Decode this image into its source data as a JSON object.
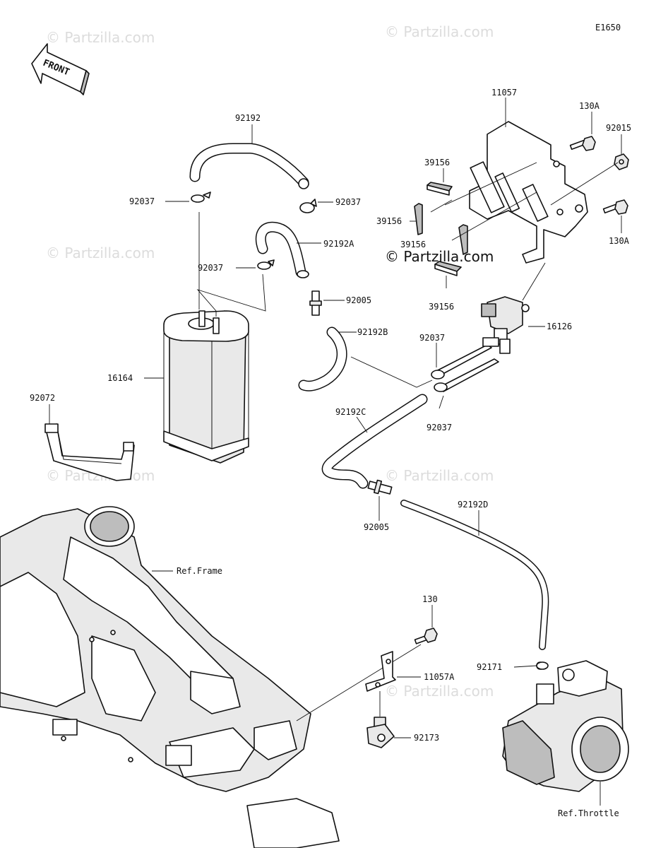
{
  "diagram": {
    "code": "E1650",
    "front_label": "FRONT",
    "watermark": "© Partzilla.com",
    "labels": {
      "p11057": "11057",
      "p130A_1": "130A",
      "p92015": "92015",
      "p39156_1": "39156",
      "p39156_2": "39156",
      "p39156_3": "39156",
      "p39156_4": "39156",
      "p130A_2": "130A",
      "p92192": "92192",
      "p92037_1": "92037",
      "p92037_2": "92037",
      "p92192A": "92192A",
      "p92037_3": "92037",
      "p92005_1": "92005",
      "p92192B": "92192B",
      "p92037_4": "92037",
      "p16126": "16126",
      "p16164": "16164",
      "p92072": "92072",
      "p92192C": "92192C",
      "p92037_5": "92037",
      "p92005_2": "92005",
      "p92192D": "92192D",
      "ref_frame": "Ref.Frame",
      "p130": "130",
      "p92171": "92171",
      "p11057A": "11057A",
      "p92173": "92173",
      "ref_throttle": "Ref.Throttle"
    }
  }
}
